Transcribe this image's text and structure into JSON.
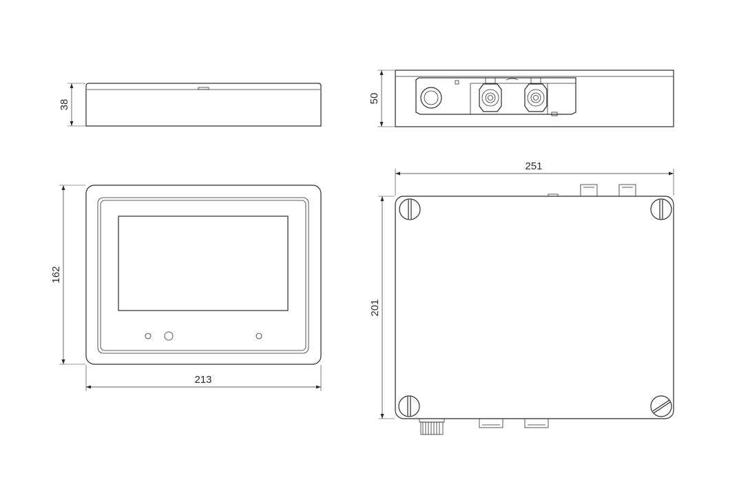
{
  "dimensions": {
    "front_height": "38",
    "side_height": "50",
    "front_face_height": "162",
    "front_face_width": "213",
    "top_width": "251",
    "top_height": "201"
  },
  "colors": {
    "line": "#2a2a2a",
    "background": "#ffffff"
  }
}
